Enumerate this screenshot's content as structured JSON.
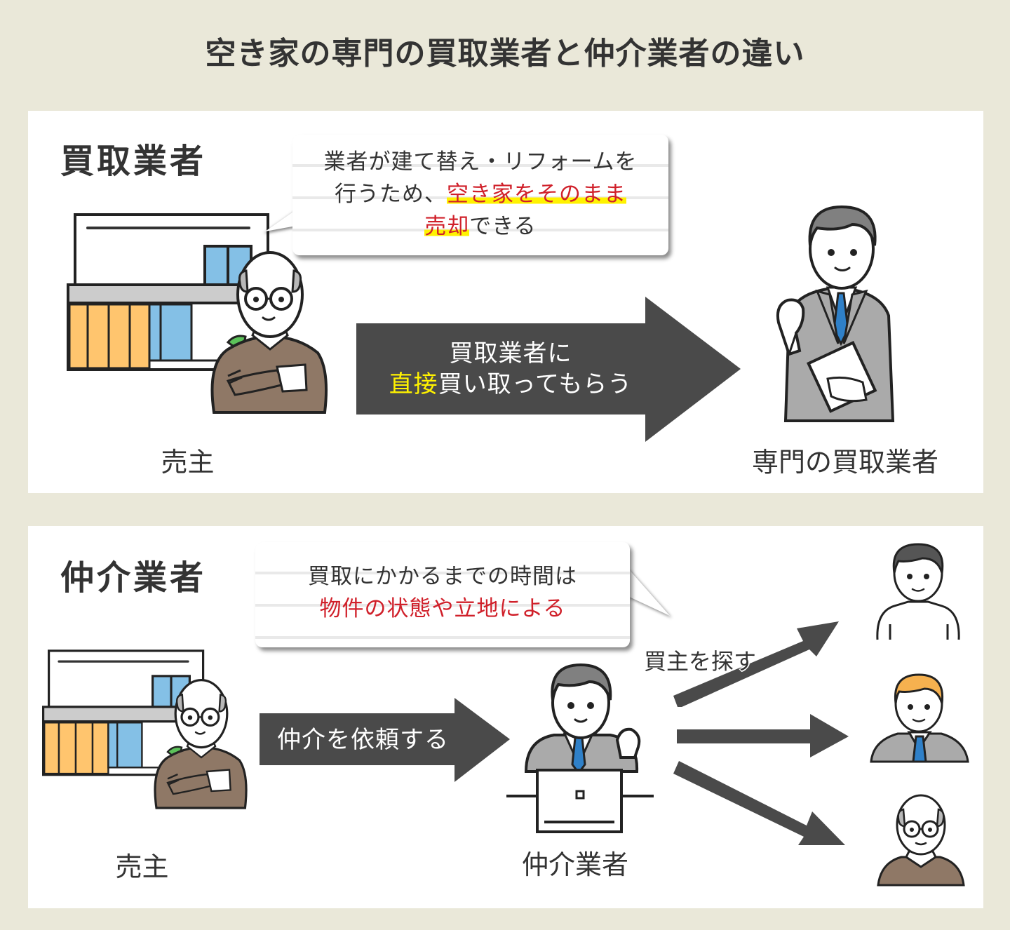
{
  "title": "空き家の専門の買取業者と仲介業者の違い",
  "colors": {
    "background": "#eae8d9",
    "panel": "#ffffff",
    "text": "#333333",
    "arrow": "#4a4a4a",
    "highlight_red": "#d0202a",
    "highlight_yellow": "#fff200",
    "suit_gray": "#aaaaaa",
    "tie_blue": "#2f80c8",
    "sweater_brown": "#8f7866",
    "house_orange": "#ffc56e",
    "house_blue": "#84c0e6"
  },
  "buyer_section": {
    "heading": "買取業者",
    "bubble": {
      "line1": "業者が建て替え・リフォームを",
      "line2_prefix": "行うため、",
      "line2_highlight": "空き家をそのまま",
      "line3_highlight": "売却",
      "line3_suffix": "できる"
    },
    "arrow": {
      "line1": "買取業者に",
      "line2_highlight": "直接",
      "line2_suffix": "買い取ってもらう"
    },
    "seller_label": "売主",
    "dealer_label": "専門の買取業者",
    "icons": [
      "house-icon",
      "elderly-seller-icon",
      "businessman-icon"
    ]
  },
  "broker_section": {
    "heading": "仲介業者",
    "bubble": {
      "line1": "買取にかかるまでの時間は",
      "line2_highlight": "物件の状態や立地による"
    },
    "arrow_label": "仲介を依頼する",
    "search_label": "買主を探す",
    "seller_label": "売主",
    "broker_label": "仲介業者",
    "buyers": [
      {
        "type": "casual-man"
      },
      {
        "type": "young-businessman"
      },
      {
        "type": "elderly-man"
      }
    ]
  }
}
